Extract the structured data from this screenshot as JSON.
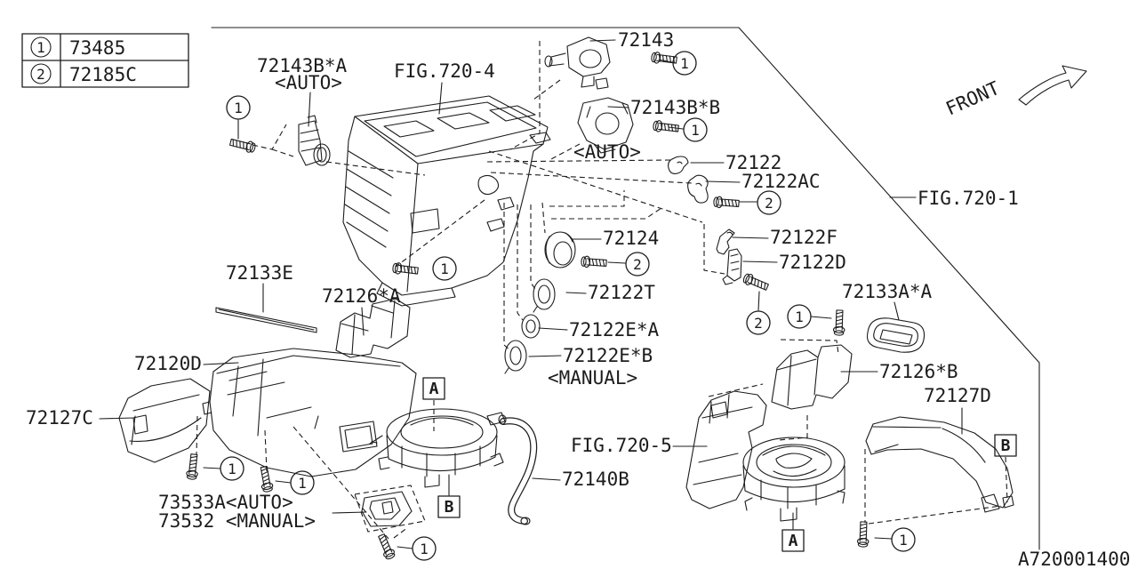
{
  "diagram_id": "A720001400",
  "front_label": "FRONT",
  "legend": {
    "rows": [
      {
        "num": "1",
        "part_no": "73485"
      },
      {
        "num": "2",
        "part_no": "72185C"
      }
    ]
  },
  "callouts": {
    "one": "1",
    "two": "2"
  },
  "markers": {
    "a": "A",
    "b": "B"
  },
  "labels": {
    "fig720_4": "FIG.720-4",
    "fig720_1": "FIG.720-1",
    "fig720_5": "FIG.720-5",
    "p72143b_a": "72143B*A",
    "p72143b_a_note": "<AUTO>",
    "p72143": "72143",
    "p72143b_b": "72143B*B",
    "p72143b_b_note": "<AUTO>",
    "p72122": "72122",
    "p72122ac": "72122AC",
    "p72122f": "72122F",
    "p72122d": "72122D",
    "p72124": "72124",
    "p72122t": "72122T",
    "p72122e_a": "72122E*A",
    "p72122e_b": "72122E*B",
    "manual_note": "<MANUAL>",
    "p72133e": "72133E",
    "p72126_a": "72126*A",
    "p72120d": "72120D",
    "p72127c": "72127C",
    "p73533a": "73533A<AUTO>",
    "p73532": "73532 <MANUAL>",
    "p72140b": "72140B",
    "p72133a_a": "72133A*A",
    "p72126_b": "72126*B",
    "p72127d": "72127D"
  }
}
